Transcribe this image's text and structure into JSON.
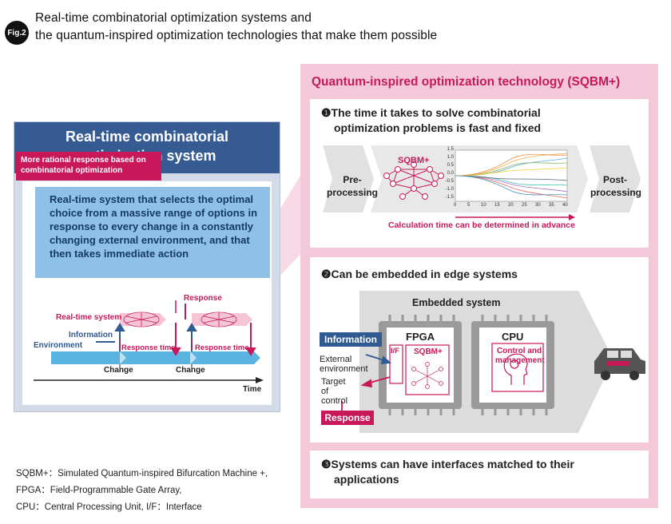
{
  "header": {
    "badge": "Fig.2",
    "title_line1": "Real-time combinatorial optimization systems and",
    "title_line2": "the quantum-inspired optimization technologies that make them possible"
  },
  "left": {
    "title_line1": "Real-time combinatorial",
    "title_line2": "optimization system",
    "desc_lines": [
      "Real-time system that selects the optimal",
      "choice from a massive range of options in",
      "response to every change in a constantly",
      "changing external environment, and that",
      "then takes immediate action"
    ],
    "rational_label_line1": "More rational response based on",
    "rational_label_line2": "combinatorial optimization",
    "realtime_system": "Real-time system",
    "information": "Information",
    "environment": "Environment",
    "response": "Response",
    "response_time_1": "Response time",
    "response_time_2": "Response time",
    "change_1": "Change",
    "change_2": "Change",
    "time": "Time"
  },
  "right": {
    "title": "Quantum-inspired optimization technology (SQBM+)",
    "section1": {
      "title_line1": "❶The time it takes to solve combinatorial",
      "title_line2": "optimization problems is fast and fixed",
      "pre_line1": "Pre-",
      "pre_line2": "processing",
      "sqbm": "SQBM+",
      "post_line1": "Post-",
      "post_line2": "processing",
      "calc_time": "Calculation time can be determined in advance",
      "y_ticks": [
        "1.5",
        "1.0",
        "0.5",
        "0.0",
        "-0.5",
        "-1.0",
        "-1.5"
      ],
      "x_ticks": [
        "0",
        "5",
        "10",
        "15",
        "20",
        "25",
        "30",
        "35",
        "40"
      ]
    },
    "section2": {
      "title": "❷Can be embedded in edge systems",
      "embedded": "Embedded system",
      "fpga": "FPGA",
      "cpu": "CPU",
      "if": "I/F",
      "sqbm": "SQBM+",
      "control_line1": "Control and",
      "control_line2": "management",
      "information": "Information",
      "external_line1": "External",
      "external_line2": "environment",
      "target_line1": "Target",
      "target_line2": "of",
      "target_line3": "control",
      "response": "Response"
    },
    "section3": {
      "title_line1": "❸Systems can have interfaces matched to their",
      "title_line2": "applications"
    }
  },
  "legend": {
    "line1": "SQBM+：Simulated Quantum-inspired Bifurcation Machine +,",
    "line2": "FPGA：Field-Programmable Gate Array,",
    "line3": "CPU：Central Processing Unit, I/F：Interface"
  },
  "colors": {
    "accent_pink": "#c8185a",
    "navy": "#2f5a92",
    "light_blue": "#8ec0e8",
    "right_bg": "#f3c9d9"
  }
}
